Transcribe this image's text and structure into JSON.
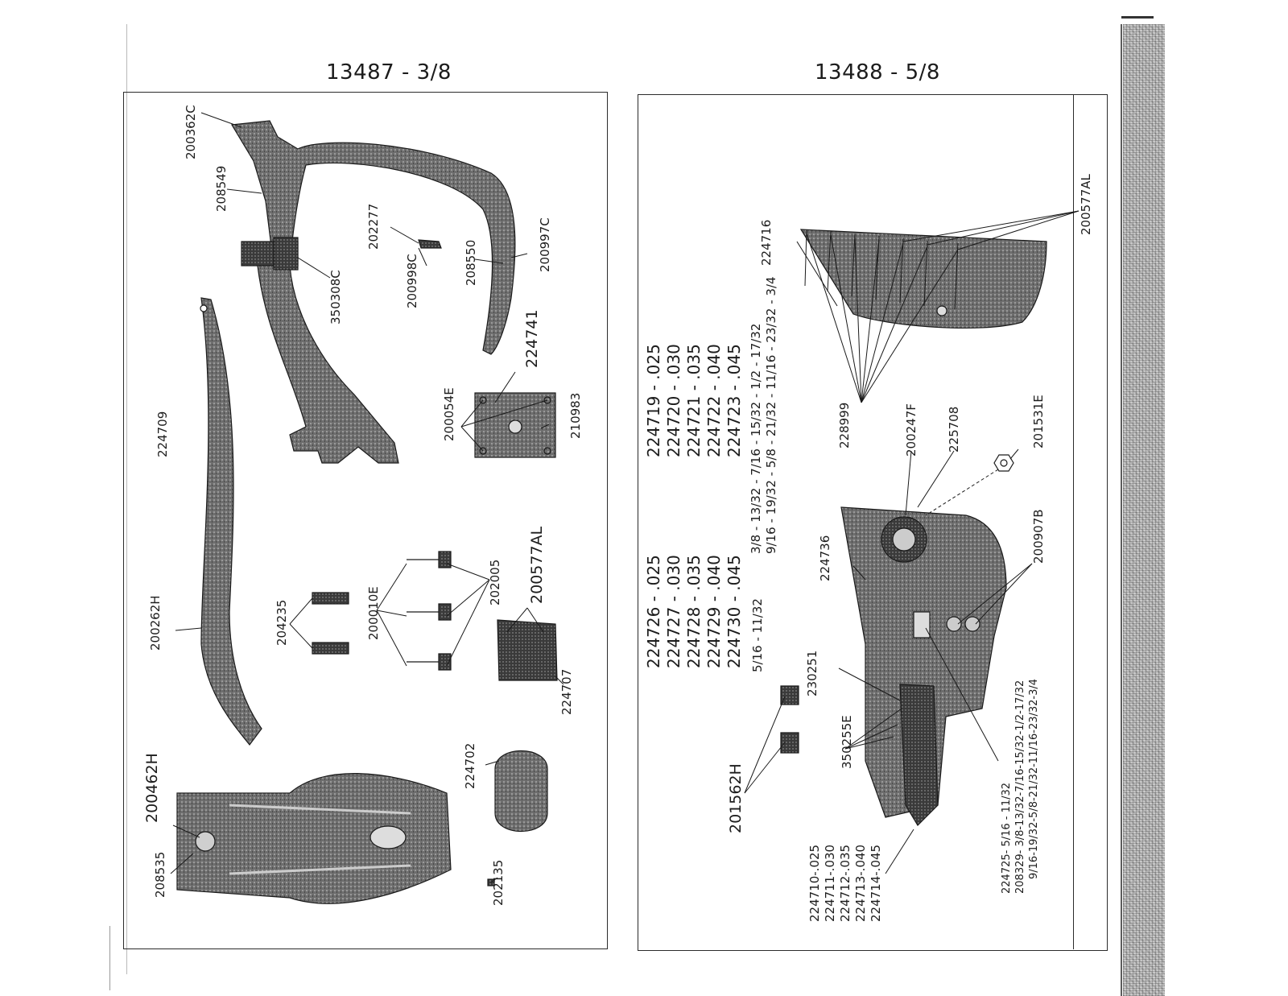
{
  "left_title": "13487 - 3/8",
  "right_title": "13488 - 5/8",
  "left_parts": {
    "p200362c": "200362C",
    "p208549": "208549",
    "p202277": "202277",
    "p200998c": "200998C",
    "p350308c": "350308C",
    "p208550": "208550",
    "p200997c": "200997C",
    "p224741": "224741",
    "p200054e": "200054E",
    "p210983": "210983",
    "p224709": "224709",
    "p200262h": "200262H",
    "p204235": "204235",
    "p200010e": "200010E",
    "p202005": "202005",
    "p200577al": "200577AL",
    "p224707": "224707",
    "p224702": "224702",
    "p200462h": "200462H",
    "p208535": "208535",
    "p202135": "202135"
  },
  "right_parts": {
    "p224716": "224716",
    "p200577al": "200577AL",
    "p228999": "228999",
    "p200247f": "200247F",
    "p225708": "225708",
    "p201531e": "201531E",
    "p224736": "224736",
    "p200907b": "200907B",
    "p230251": "230251",
    "p350255e": "350255E",
    "p201562h": "201562H"
  },
  "feeder_group_1": [
    "224719 - .025",
    "224720 - .030",
    "224721 - .035",
    "224722 - .040",
    "224723 - .045"
  ],
  "feeder_sizes_1": [
    "3/8 - 13/32 - 7/16 - 15/32 - 1/2 - 17/32",
    "9/16 - 19/32 - 5/8 - 21/32 - 11/16 - 23/32 - 3/4"
  ],
  "feeder_group_2": [
    "224726 - .025",
    "224727 - .030",
    "224728 - .035",
    "224729 - .040",
    "224730 - .045"
  ],
  "feeder_sizes_2": "5/16 - 11/32",
  "guide_group": [
    "224710-.025",
    "224711-.030",
    "224712-.035",
    "224713-.040",
    "224714-.045"
  ],
  "notes": [
    "224725- 5/16 - 11/32",
    "208329- 3/8-13/32-7/16-15/32-1/2-17/32",
    "9/16-19/32-5/8-21/32-11/16-23/32-3/4"
  ]
}
